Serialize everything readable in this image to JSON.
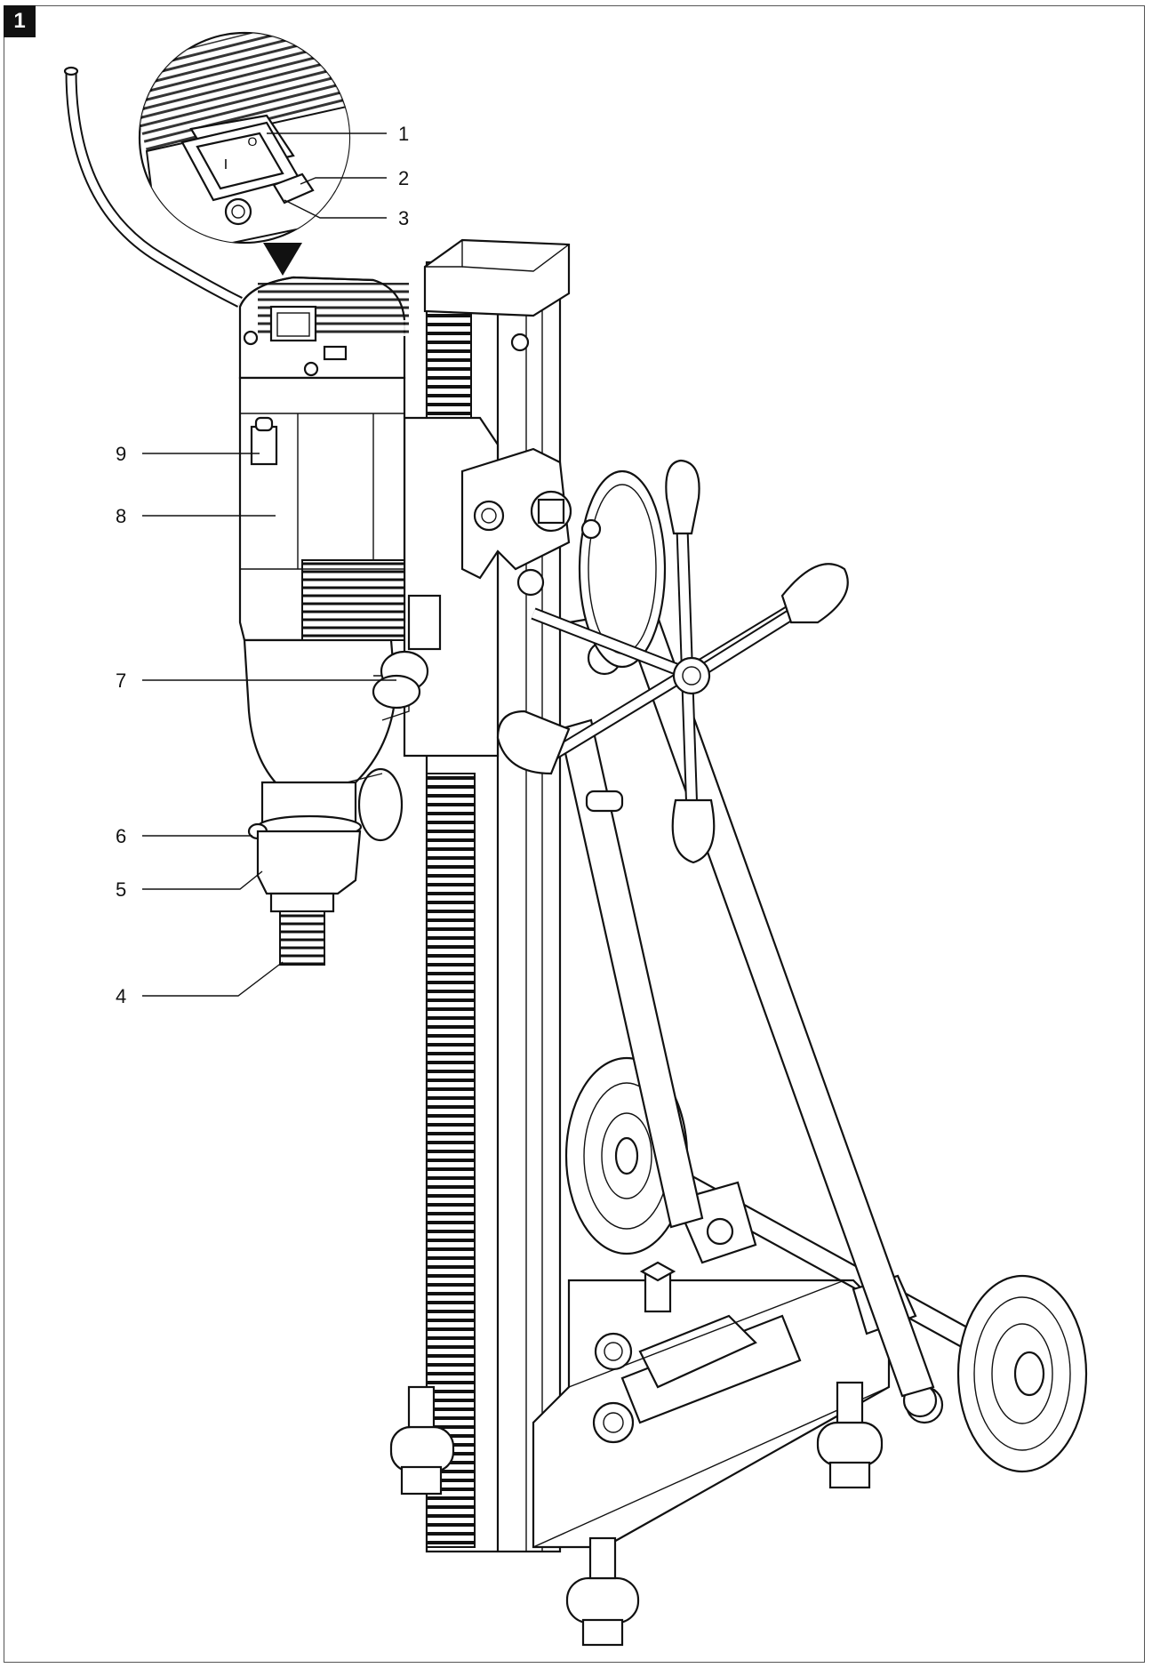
{
  "figure": {
    "number": "1"
  },
  "switch_symbols": {
    "on": "I",
    "off": "O"
  },
  "callouts": [
    {
      "id": "1"
    },
    {
      "id": "2"
    },
    {
      "id": "3"
    },
    {
      "id": "4"
    },
    {
      "id": "5"
    },
    {
      "id": "6"
    },
    {
      "id": "7"
    },
    {
      "id": "8"
    },
    {
      "id": "9"
    }
  ]
}
